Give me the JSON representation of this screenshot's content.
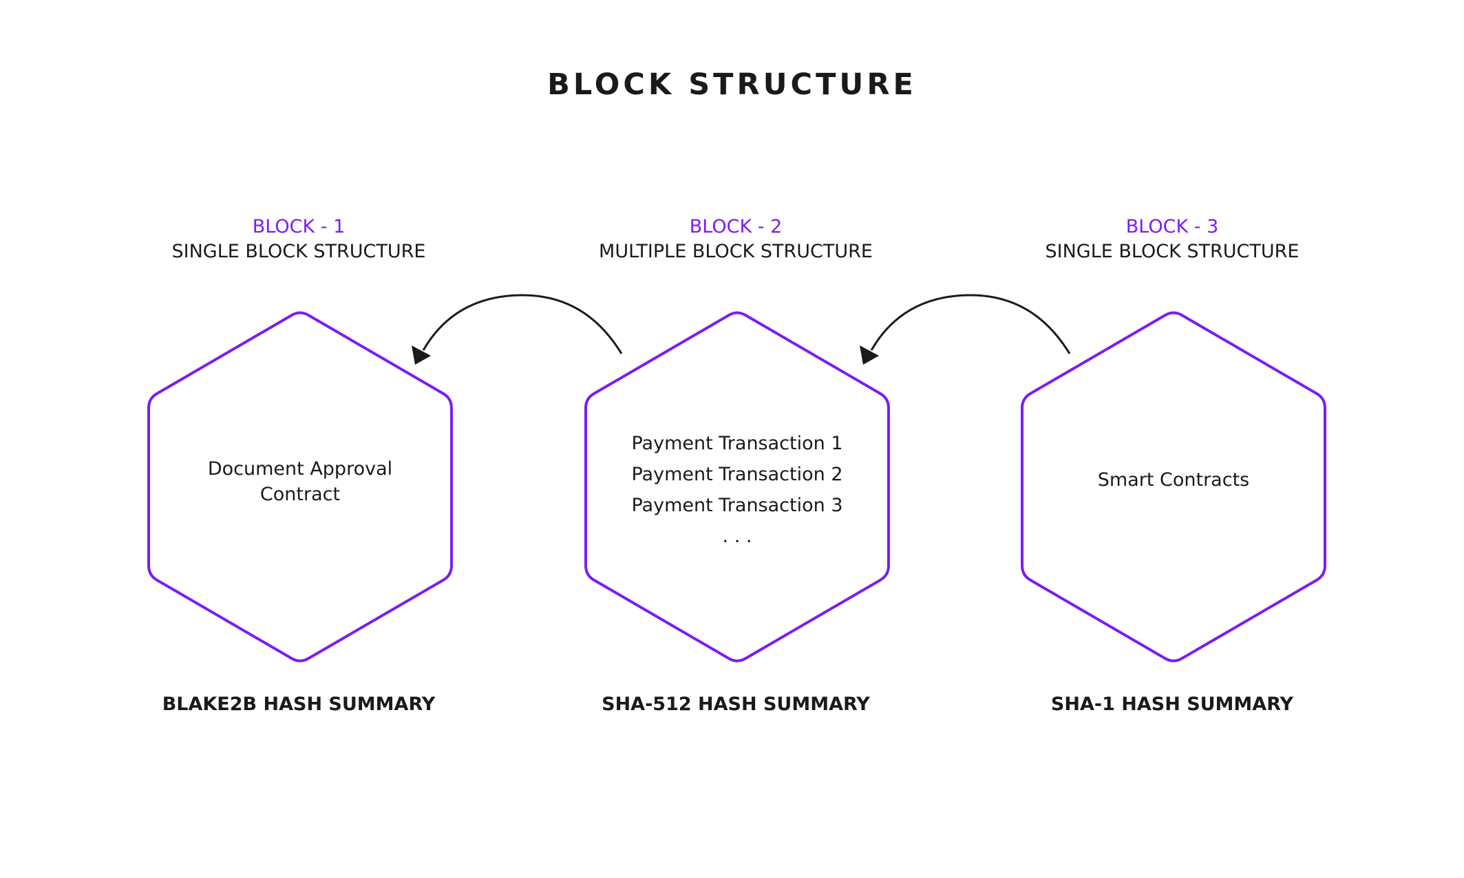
{
  "title": "BLOCK STRUCTURE",
  "colors": {
    "accent": "#7a1cf5",
    "text": "#1a1a1a",
    "arrow": "#1a1a1a",
    "background": "#ffffff"
  },
  "blocks": [
    {
      "id": "BLOCK - 1",
      "kind": "SINGLE BLOCK STRUCTURE",
      "contents": [
        "Document Approval",
        "Contract"
      ],
      "hash": "BLAKE2B HASH SUMMARY"
    },
    {
      "id": "BLOCK - 2",
      "kind": "MULTIPLE BLOCK STRUCTURE",
      "contents": [
        "Payment Transaction 1",
        "Payment Transaction 2",
        "Payment Transaction 3",
        ". . ."
      ],
      "hash": "SHA-512 HASH SUMMARY"
    },
    {
      "id": "BLOCK - 3",
      "kind": "SINGLE BLOCK STRUCTURE",
      "contents": [
        "Smart Contracts"
      ],
      "hash": "SHA-1 HASH SUMMARY"
    }
  ],
  "edges": [
    {
      "from": "BLOCK - 2",
      "to": "BLOCK - 1"
    },
    {
      "from": "BLOCK - 3",
      "to": "BLOCK - 2"
    }
  ]
}
